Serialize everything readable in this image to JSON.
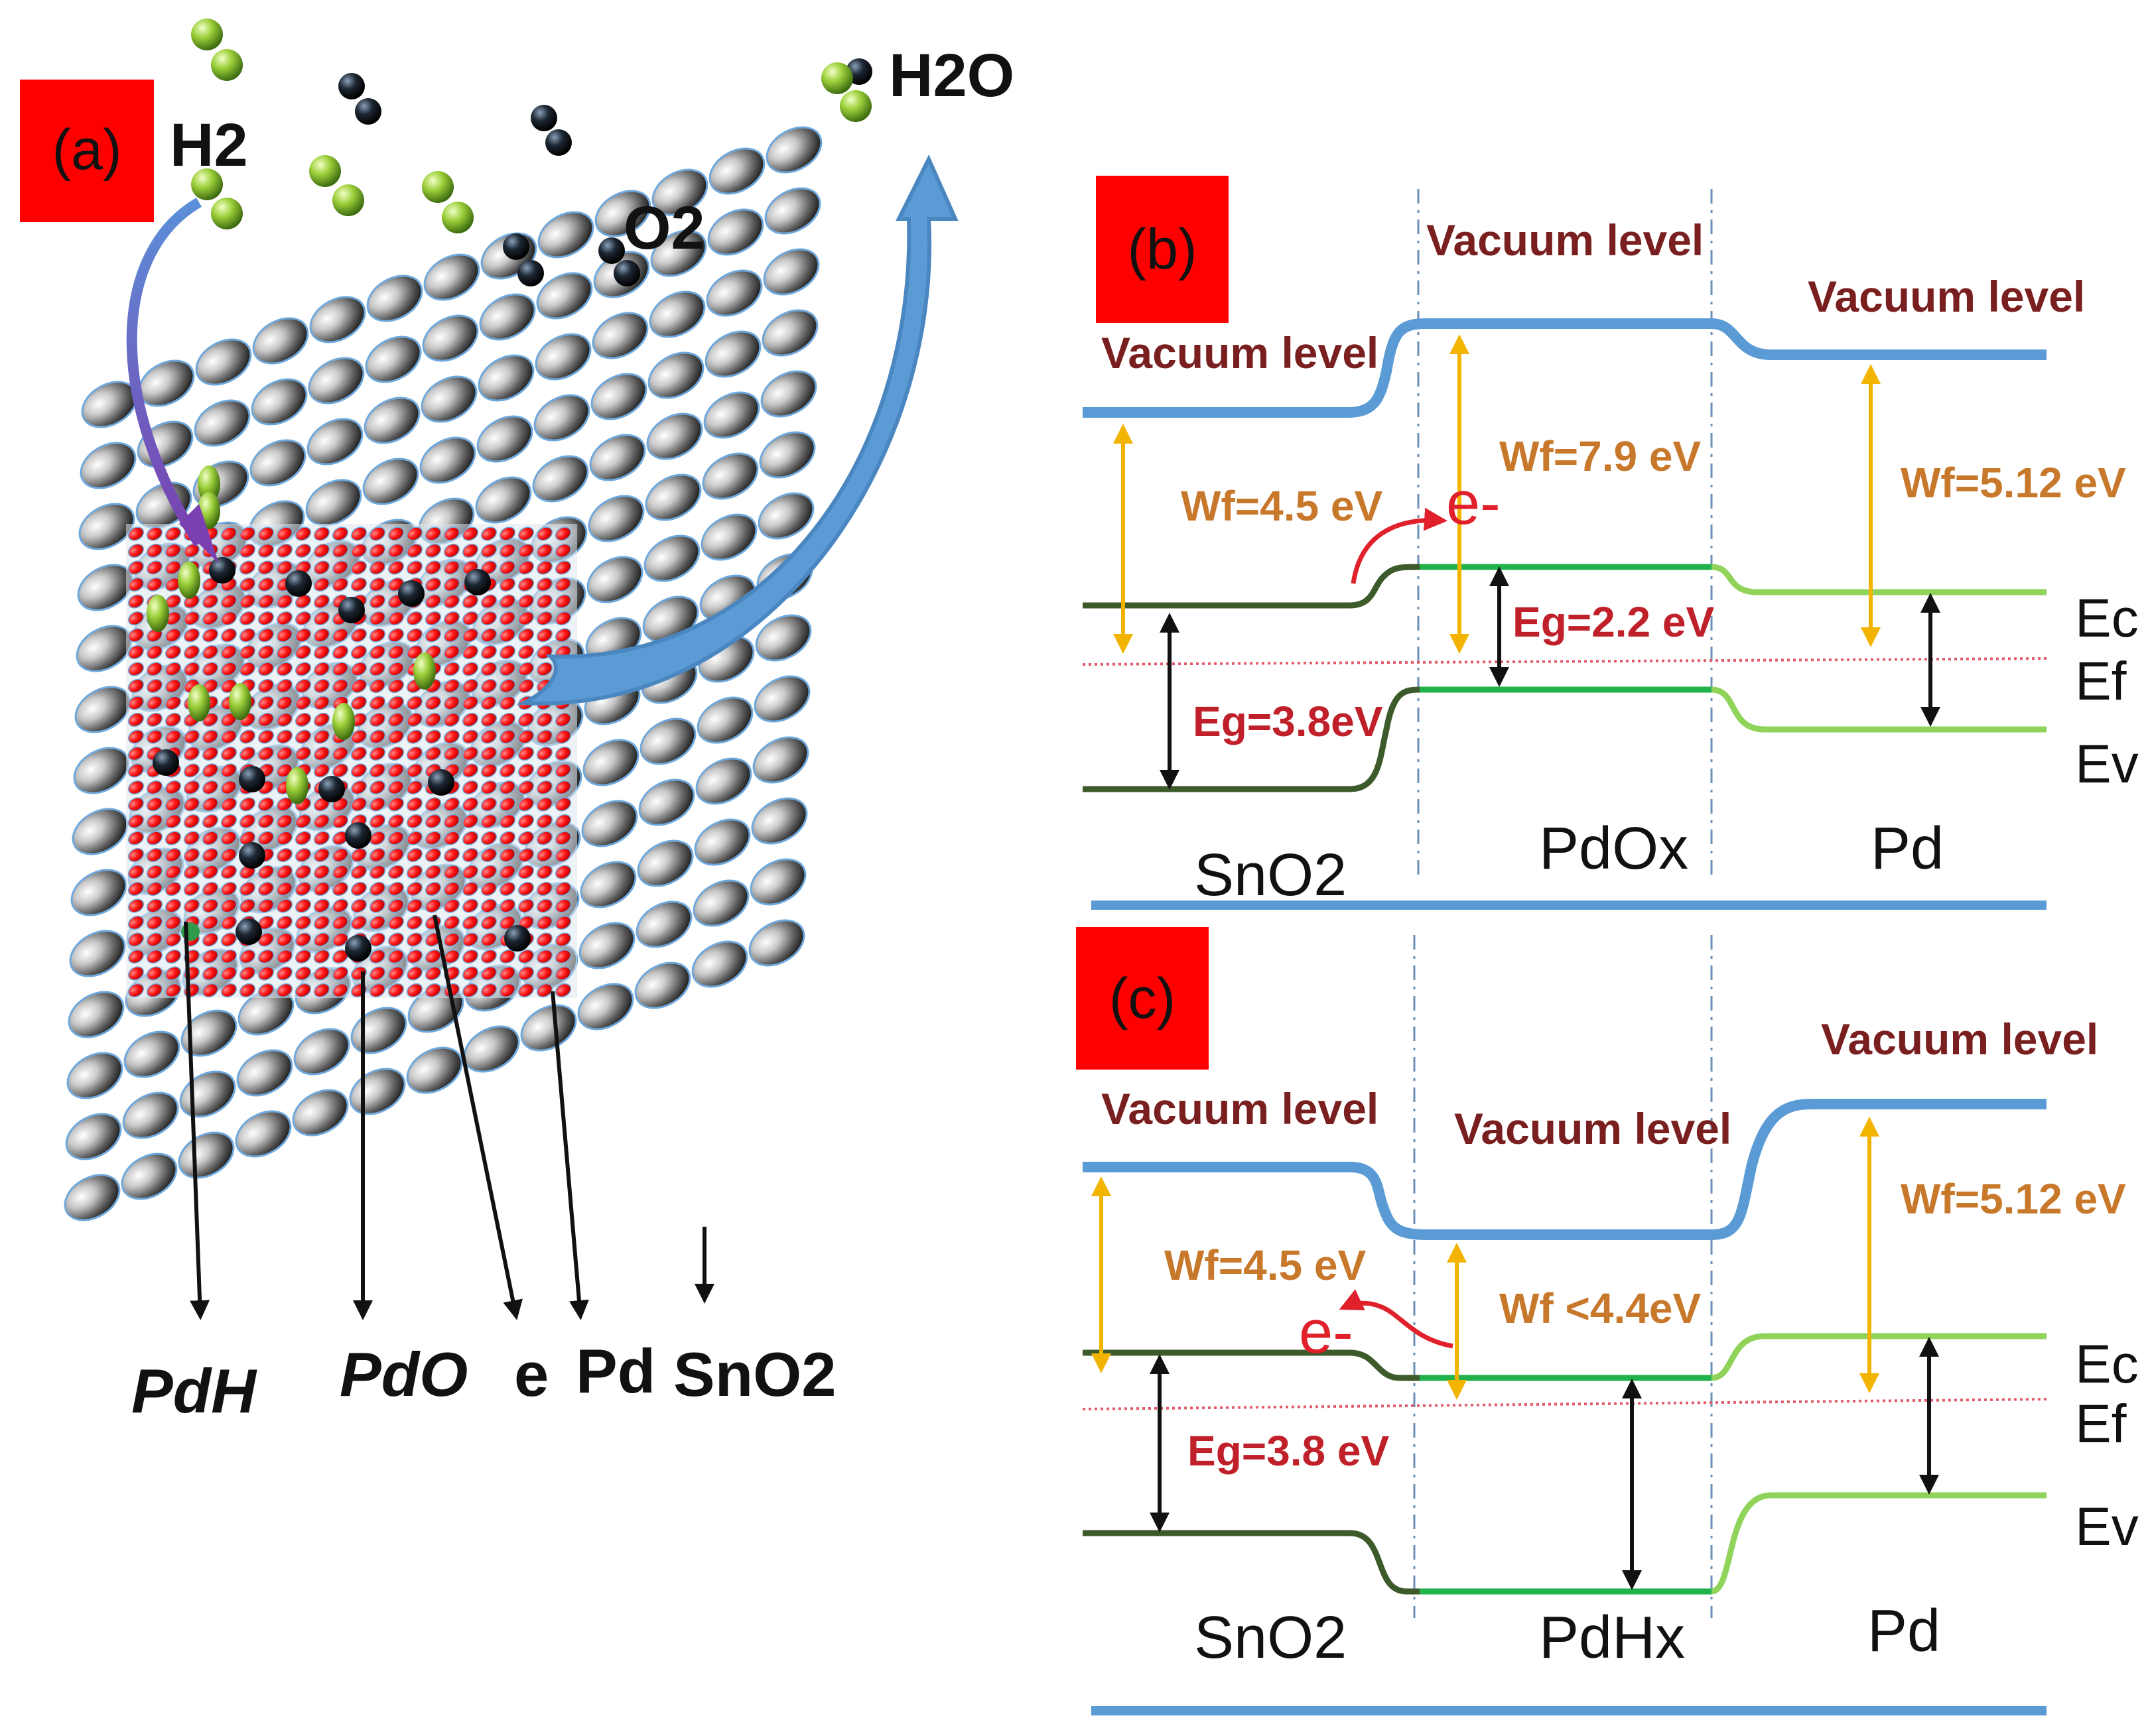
{
  "panel_a": {
    "label": "(a)",
    "molecules": {
      "h2": "H2",
      "o2": "O2",
      "h2o": "H2O"
    },
    "components": [
      "PdH",
      "PdO",
      "e",
      "Pd",
      "SnO2"
    ]
  },
  "panel_b": {
    "label": "(b)",
    "vacuum_level": "Vacuum level",
    "wf_sno2": "Wf=4.5 eV",
    "wf_pdox": "Wf=7.9 eV",
    "wf_pd": "Wf=5.12 eV",
    "eg_pdox": "Eg=2.2 eV",
    "eg_sno2": "Eg=3.8eV",
    "electron": "e-",
    "materials": [
      "SnO2",
      "PdOx",
      "Pd"
    ],
    "bands": [
      "Ec",
      "Ef",
      "Ev"
    ]
  },
  "panel_c": {
    "label": "(c)",
    "vacuum_level": "Vacuum level",
    "wf_sno2": "Wf=4.5 eV",
    "wf_pdhx": "Wf <4.4eV",
    "wf_pd": "Wf=5.12 eV",
    "eg_sno2": "Eg=3.8 eV",
    "electron": "e-",
    "materials": [
      "SnO2",
      "PdHx",
      "Pd"
    ],
    "bands": [
      "Ec",
      "Ef",
      "Ev"
    ]
  },
  "colors": {
    "vacuum_line": "#5b9bd5",
    "sno2_band": "#3d5a2a",
    "pdox_band": "#22b24c",
    "pd_band": "#8fd35a",
    "fermi": "#e05a6a",
    "wf_arrow": "#f2b400",
    "panel_label_bg": "#ff0000",
    "pdo_layer": "#ff1a1a",
    "sno2_grain": "#8a8a8a"
  }
}
